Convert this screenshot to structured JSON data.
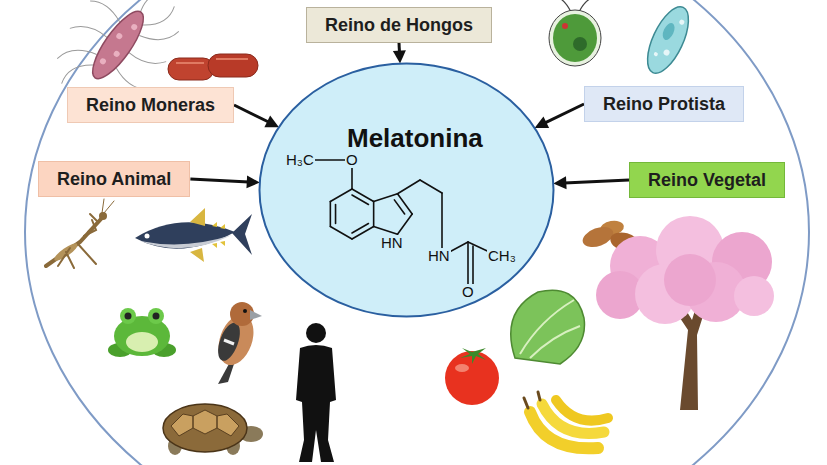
{
  "diagram": {
    "nodes": [
      {
        "text": [
          "Reino de Hongos"
        ]
      },
      {
        "text": [
          "Reino Moneras"
        ]
      },
      {
        "text": [
          "Reino Protista"
        ]
      },
      {
        "text": [
          "Melatonina"
        ]
      },
      {
        "text": [
          "Reino Animal"
        ]
      },
      {
        "text": [
          "Reino Vegetal"
        ]
      }
    ],
    "edges": [
      {
        "from": 0,
        "to": 3,
        "arrow": "to"
      },
      {
        "from": 1,
        "to": 3,
        "arrow": "to"
      },
      {
        "from": 2,
        "to": 3,
        "arrow": "to"
      },
      {
        "from": 4,
        "to": 3,
        "arrow": "to"
      },
      {
        "from": 5,
        "to": 3,
        "arrow": "to"
      }
    ],
    "labels": [
      "H₃C",
      "O",
      "HN",
      "HN",
      "CH₃",
      "O"
    ]
  }
}
